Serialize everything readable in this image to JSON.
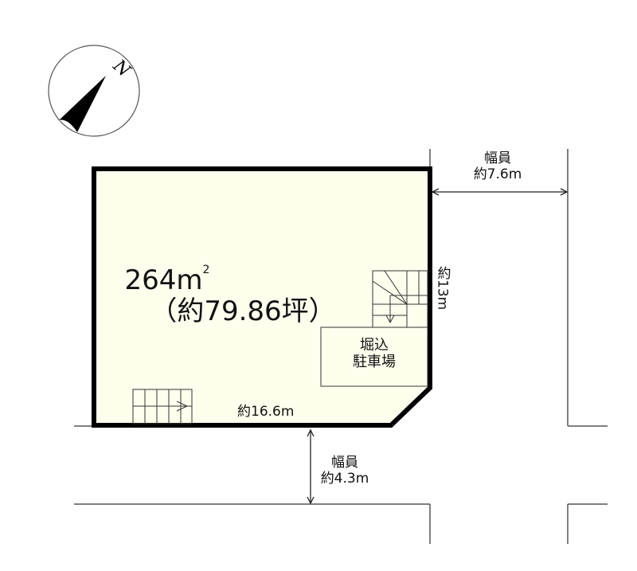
{
  "site": {
    "area_value": "264",
    "area_unit": "m",
    "area_superscript": "2",
    "area_tsubo": "（約79.86坪）",
    "fill_color": "#FFFFEE",
    "border_color": "#000000"
  },
  "compass": {
    "label": "N",
    "direction": "north-east"
  },
  "roads": [
    {
      "title": "幅員",
      "width": "約7.6m",
      "side": "east"
    },
    {
      "title": "幅員",
      "width": "約4.3m",
      "side": "south"
    }
  ],
  "dimensions": {
    "frontage_east": "約13m",
    "frontage_south": "約16.6m"
  },
  "parking": {
    "line1": "堀込",
    "line2": "駐車場"
  }
}
